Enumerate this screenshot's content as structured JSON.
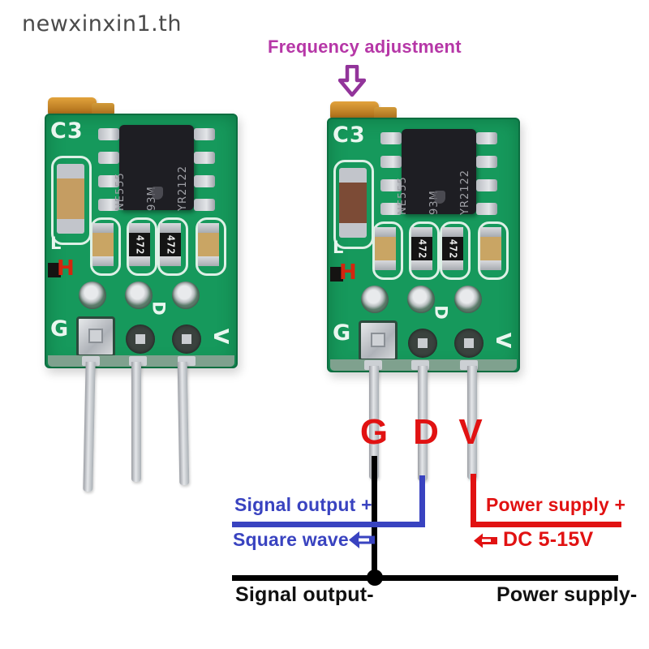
{
  "watermark": "newxinxin1.th",
  "header": {
    "frequency_adjustment_label": "Frequency adjustment"
  },
  "board": {
    "designator_c3": "C3",
    "ic_lines": [
      "NE555",
      "93M",
      "YR2122"
    ],
    "resistor_label": "472",
    "silk_l": "L",
    "silk_h": "H",
    "silk_g": "G",
    "silk_d": "D",
    "silk_v": "V"
  },
  "pin_labels": {
    "g": "G",
    "d": "D",
    "v": "V"
  },
  "wiring": {
    "signal_output_plus": "Signal output +",
    "square_wave": "Square wave",
    "power_supply_plus": "Power supply +",
    "dc_range": "DC 5-15V",
    "signal_output_minus": "Signal output-",
    "power_supply_minus": "Power supply-"
  },
  "colors": {
    "annotation_red": "#e11212",
    "annotation_blue": "#3943c0",
    "annotation_magenta": "#b637a7",
    "arrow_purple": "#92349a",
    "pcb_green": "#16995c",
    "watermark_gray": "#4a4a4a"
  }
}
